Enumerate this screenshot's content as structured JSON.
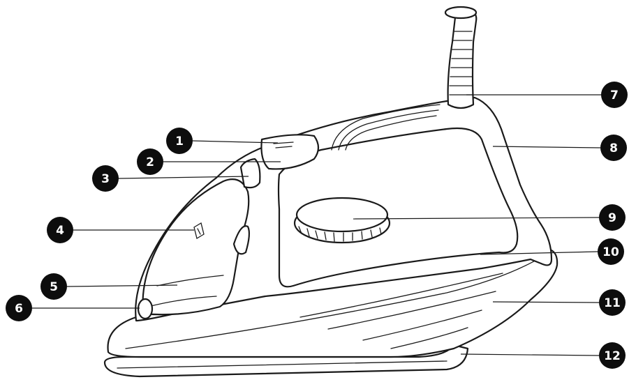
{
  "colors": {
    "line": "#1a1a1a",
    "badge": "#0d0d0d",
    "badge_text": "#ffffff",
    "background": "#ffffff"
  },
  "callouts": [
    {
      "number": "1"
    },
    {
      "number": "2"
    },
    {
      "number": "3"
    },
    {
      "number": "4"
    },
    {
      "number": "5"
    },
    {
      "number": "6"
    },
    {
      "number": "7"
    },
    {
      "number": "8"
    },
    {
      "number": "9"
    },
    {
      "number": "10"
    },
    {
      "number": "11"
    },
    {
      "number": "12"
    }
  ]
}
